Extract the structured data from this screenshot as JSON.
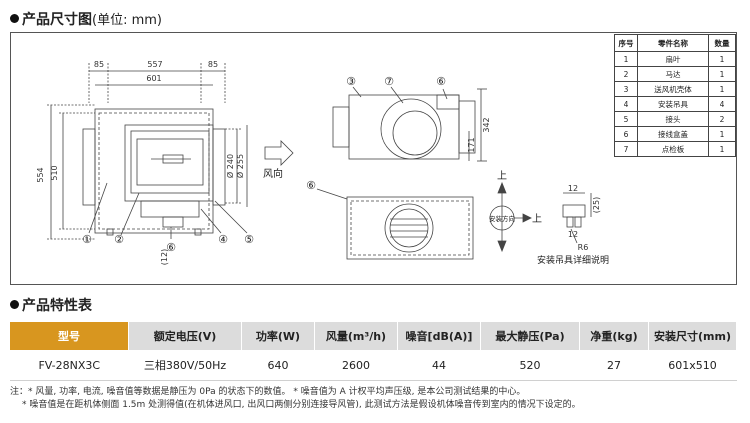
{
  "headings": {
    "dimensions": "产品尺寸图",
    "dimensions_unit": "(单位: mm)",
    "features": "产品特性表"
  },
  "drawing": {
    "dims": {
      "left_flange": "85",
      "body": "557",
      "right_flange": "85",
      "total": "601",
      "height_outer": "554",
      "height_inner": "510",
      "diameter_240": "Ø 240",
      "diameter_255": "Ø 255",
      "side_height": "342",
      "side_inner": "171",
      "bracket_12a": "12",
      "bracket_25": "(25)",
      "bracket_12b": "12",
      "bracket_r6": "R6",
      "bottom_12": "(12)"
    },
    "labels": {
      "airflow": "风向",
      "install_direction": "安装方向",
      "up": "上",
      "right_up": "上",
      "bracket_caption": "安装吊具详细说明"
    },
    "callouts": [
      "①",
      "②",
      "③",
      "④",
      "⑤",
      "⑥",
      "⑦"
    ]
  },
  "parts_table": {
    "headers": [
      "序号",
      "零件名称",
      "数量"
    ],
    "rows": [
      [
        "1",
        "扇叶",
        "1"
      ],
      [
        "2",
        "马达",
        "1"
      ],
      [
        "3",
        "送风机壳体",
        "1"
      ],
      [
        "4",
        "安装吊具",
        "4"
      ],
      [
        "5",
        "接头",
        "2"
      ],
      [
        "6",
        "接线盒盖",
        "1"
      ],
      [
        "7",
        "点检板",
        "1"
      ]
    ]
  },
  "spec_table": {
    "headers": [
      "型号",
      "额定电压(V)",
      "功率(W)",
      "风量(m³/h)",
      "噪音[dB(A)]",
      "最大静压(Pa)",
      "净重(kg)",
      "安装尺寸(mm)"
    ],
    "row": [
      "FV-28NX3C",
      "三相380V/50Hz",
      "640",
      "2600",
      "44",
      "520",
      "27",
      "601x510"
    ]
  },
  "notes": {
    "line1": "注：* 风量, 功率, 电流, 噪音值等数据是静压为 0Pa 的状态下的数值。 * 噪音值为 A 计权平均声压级, 是本公司测试结果的中心。",
    "line2": "* 噪音值是在距机体侧面 1.5m 处测得值(在机体进风口, 出风口两侧分别连接导风管), 此测试方法是假设机体噪音传到室内的情况下设定的。"
  },
  "colors": {
    "model_header": "#d8961f",
    "header_bg": "#dcdcdc"
  }
}
